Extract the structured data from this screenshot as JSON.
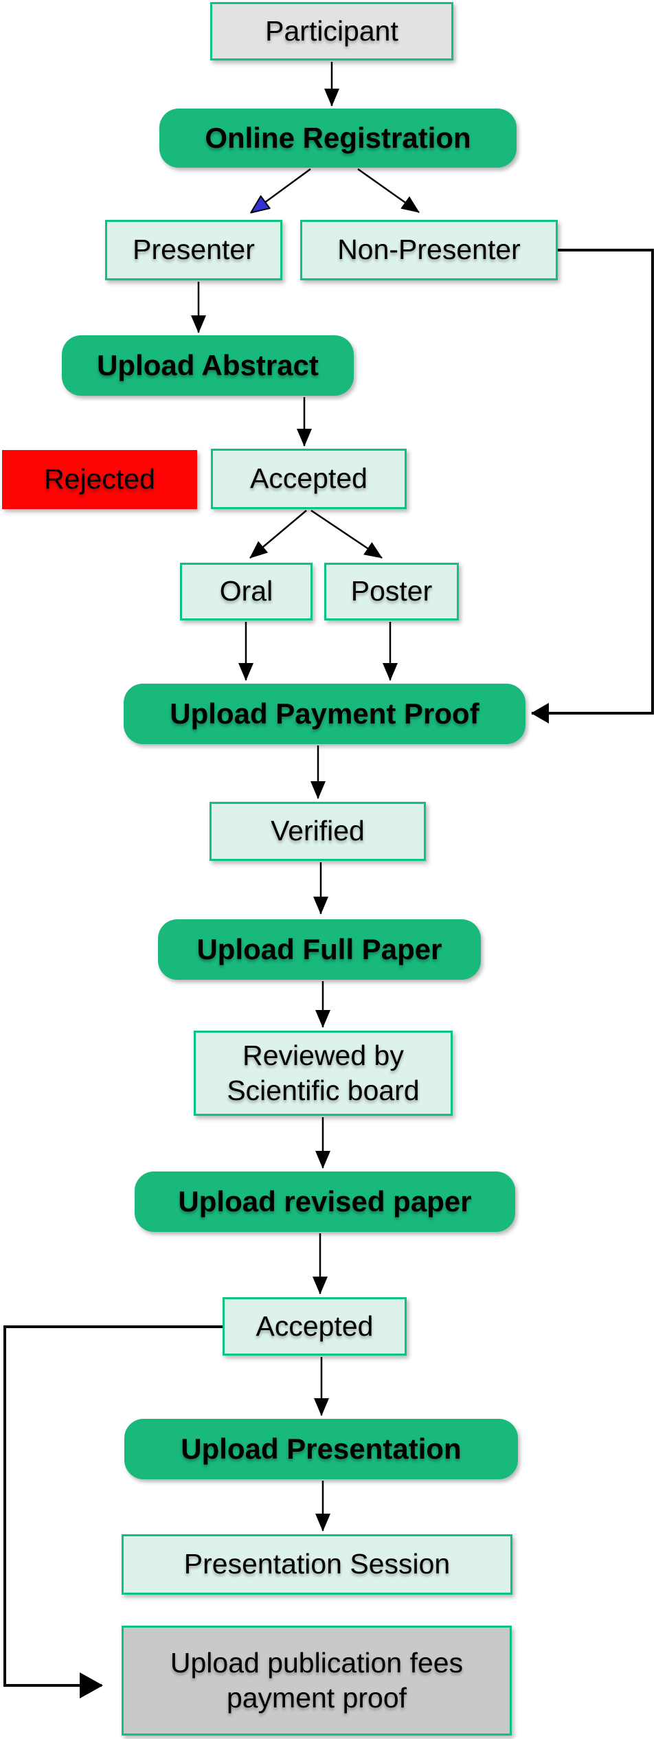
{
  "diagram": {
    "kind": "flowchart",
    "description": "Conference participant registration and submission workflow"
  },
  "nodes": {
    "participant": {
      "label": "Participant",
      "shape": "rect",
      "role": "start"
    },
    "online_registration": {
      "label": "Online Registration",
      "shape": "rounded",
      "role": "process"
    },
    "presenter": {
      "label": "Presenter",
      "shape": "rect",
      "role": "state"
    },
    "non_presenter": {
      "label": "Non-Presenter",
      "shape": "rect",
      "role": "state"
    },
    "upload_abstract": {
      "label": "Upload Abstract",
      "shape": "rounded",
      "role": "process"
    },
    "rejected": {
      "label": "Rejected",
      "shape": "rect",
      "role": "rejected-state"
    },
    "accepted_abstract": {
      "label": "Accepted",
      "shape": "rect",
      "role": "state"
    },
    "oral": {
      "label": "Oral",
      "shape": "rect",
      "role": "state"
    },
    "poster": {
      "label": "Poster",
      "shape": "rect",
      "role": "state"
    },
    "upload_payment_proof": {
      "label": "Upload Payment Proof",
      "shape": "rounded",
      "role": "process"
    },
    "verified": {
      "label": "Verified",
      "shape": "rect",
      "role": "state"
    },
    "upload_full_paper": {
      "label": "Upload Full Paper",
      "shape": "rounded",
      "role": "process"
    },
    "reviewed_by_scientific_board": {
      "line1": "Reviewed by",
      "line2": "Scientific board",
      "shape": "rect",
      "role": "state"
    },
    "upload_revised_paper": {
      "label": "Upload revised paper",
      "shape": "rounded",
      "role": "process"
    },
    "accepted_paper": {
      "label": "Accepted",
      "shape": "rect",
      "role": "state"
    },
    "upload_presentation": {
      "label": "Upload Presentation",
      "shape": "rounded",
      "role": "process"
    },
    "presentation_session": {
      "label": "Presentation Session",
      "shape": "rect",
      "role": "state"
    },
    "upload_publication_fees": {
      "line1": "Upload publication fees",
      "line2": "payment proof",
      "shape": "rect",
      "role": "end"
    }
  },
  "edges": [
    {
      "from": "participant",
      "to": "online_registration",
      "head": "black"
    },
    {
      "from": "online_registration",
      "to": "presenter",
      "head": "blue"
    },
    {
      "from": "online_registration",
      "to": "non_presenter",
      "head": "black"
    },
    {
      "from": "presenter",
      "to": "upload_abstract",
      "head": "black"
    },
    {
      "from": "upload_abstract",
      "to": "accepted_abstract",
      "head": "black"
    },
    {
      "from": "accepted_abstract",
      "to": "oral",
      "head": "black"
    },
    {
      "from": "accepted_abstract",
      "to": "poster",
      "head": "black"
    },
    {
      "from": "oral",
      "to": "upload_payment_proof",
      "head": "black"
    },
    {
      "from": "poster",
      "to": "upload_payment_proof",
      "head": "black"
    },
    {
      "from": "non_presenter",
      "to": "upload_payment_proof",
      "head": "black",
      "route": "right-side feedback"
    },
    {
      "from": "upload_payment_proof",
      "to": "verified",
      "head": "black"
    },
    {
      "from": "verified",
      "to": "upload_full_paper",
      "head": "black"
    },
    {
      "from": "upload_full_paper",
      "to": "reviewed_by_scientific_board",
      "head": "black"
    },
    {
      "from": "reviewed_by_scientific_board",
      "to": "upload_revised_paper",
      "head": "black"
    },
    {
      "from": "upload_revised_paper",
      "to": "accepted_paper",
      "head": "black"
    },
    {
      "from": "accepted_paper",
      "to": "upload_presentation",
      "head": "black"
    },
    {
      "from": "upload_presentation",
      "to": "presentation_session",
      "head": "black"
    },
    {
      "from": "accepted_paper",
      "to": "upload_publication_fees",
      "head": "black",
      "route": "left-side feedback"
    }
  ],
  "colors": {
    "process_fill": "#19b97b",
    "state_fill": "#ddf2ea",
    "state_border": "#0cc47f",
    "start_fill": "#e2e2e2",
    "end_fill": "#c9c9c9",
    "rejected_fill": "#fd0505",
    "arrow": "#000000",
    "presenter_arrowhead": "#3232d6",
    "text": "#000000",
    "background": "#ffffff"
  }
}
